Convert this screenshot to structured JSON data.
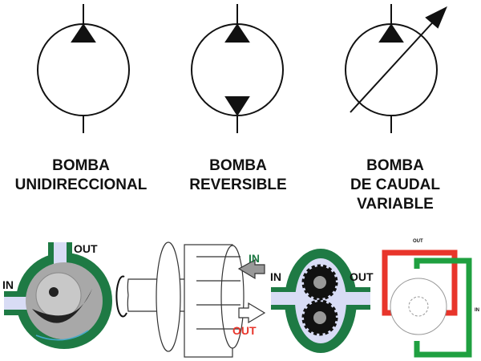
{
  "symbols": [
    {
      "label_lines": [
        "BOMBA",
        "UNIDIRECCIONAL"
      ]
    },
    {
      "label_lines": [
        "BOMBA",
        "REVERSIBLE"
      ]
    },
    {
      "label_lines": [
        "BOMBA",
        "DE CAUDAL",
        "VARIABLE"
      ]
    }
  ],
  "illustrations": {
    "internal_gear": {
      "in": "IN",
      "out": "OUT"
    },
    "piston": {
      "in": "IN",
      "out": "OUT"
    },
    "external_gear": {
      "in": "IN",
      "out": "OUT"
    },
    "vane": {
      "in": "IN",
      "out": "OUT"
    }
  },
  "colors": {
    "green": "#1e7a44",
    "red": "#e8352b",
    "light_blue": "#d8dcf5",
    "gray": "#a8a8a8"
  }
}
